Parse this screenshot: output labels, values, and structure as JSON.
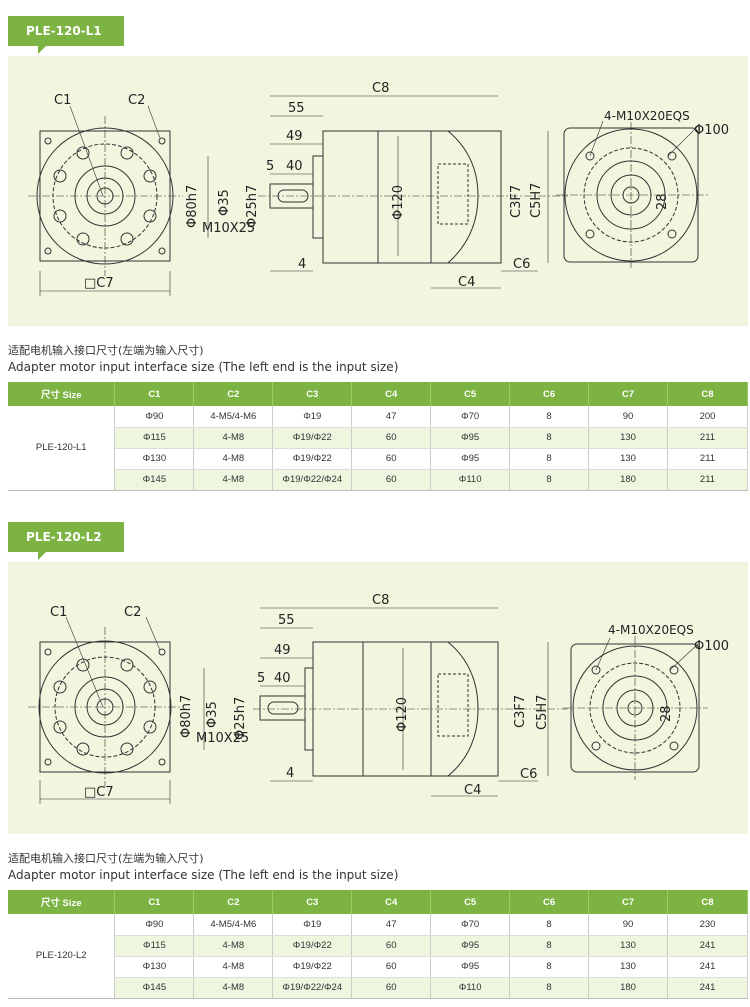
{
  "sections": [
    {
      "tag": "PLE-120-L1",
      "caption_cn": "适配电机输入接口尺寸(左端为输入尺寸)",
      "caption_en": "Adapter motor input interface size (The left end is the input size)",
      "drawing_labels": {
        "c1": "C1",
        "c2": "C2",
        "c7": "□C7",
        "c8": "C8",
        "d55": "55",
        "d49": "49",
        "d5": "5",
        "d40": "40",
        "d4": "4",
        "phi80": "Φ80h7",
        "phi35": "Φ35",
        "phi25": "Φ25h7",
        "m10": "M10X25",
        "phi120": "Φ120",
        "c3": "C3F7",
        "c5": "C5H7",
        "c4": "C4",
        "c6": "C6",
        "holes": "4-M10X20EQS",
        "phi100": "Φ100",
        "d28": "28"
      },
      "table": {
        "headers": [
          "尺寸 Size",
          "C1",
          "C2",
          "C3",
          "C4",
          "C5",
          "C6",
          "C7",
          "C8"
        ],
        "model": "PLE-120-L1",
        "rows": [
          [
            "Φ90",
            "4-M5/4-M6",
            "Φ19",
            "47",
            "Φ70",
            "8",
            "90",
            "200"
          ],
          [
            "Φ115",
            "4-M8",
            "Φ19/Φ22",
            "60",
            "Φ95",
            "8",
            "130",
            "211"
          ],
          [
            "Φ130",
            "4-M8",
            "Φ19/Φ22",
            "60",
            "Φ95",
            "8",
            "130",
            "211"
          ],
          [
            "Φ145",
            "4-M8",
            "Φ19/Φ22/Φ24",
            "60",
            "Φ110",
            "8",
            "180",
            "211"
          ]
        ]
      }
    },
    {
      "tag": "PLE-120-L2",
      "caption_cn": "适配电机输入接口尺寸(左端为输入尺寸)",
      "caption_en": "Adapter motor input interface size (The left end is the input size)",
      "drawing_labels": {
        "c1": "C1",
        "c2": "C2",
        "c7": "□C7",
        "c8": "C8",
        "d55": "55",
        "d49": "49",
        "d5": "5",
        "d40": "40",
        "d4": "4",
        "phi80": "Φ80h7",
        "phi35": "Φ35",
        "phi25": "Φ25h7",
        "m10": "M10X25",
        "phi120": "Φ120",
        "c3": "C3F7",
        "c5": "C5H7",
        "c4": "C4",
        "c6": "C6",
        "holes": "4-M10X20EQS",
        "phi100": "Φ100",
        "d28": "28"
      },
      "table": {
        "headers": [
          "尺寸 Size",
          "C1",
          "C2",
          "C3",
          "C4",
          "C5",
          "C6",
          "C7",
          "C8"
        ],
        "model": "PLE-120-L2",
        "rows": [
          [
            "Φ90",
            "4-M5/4-M6",
            "Φ19",
            "47",
            "Φ70",
            "8",
            "90",
            "230"
          ],
          [
            "Φ115",
            "4-M8",
            "Φ19/Φ22",
            "60",
            "Φ95",
            "8",
            "130",
            "241"
          ],
          [
            "Φ130",
            "4-M8",
            "Φ19/Φ22",
            "60",
            "Φ95",
            "8",
            "130",
            "241"
          ],
          [
            "Φ145",
            "4-M8",
            "Φ19/Φ22/Φ24",
            "60",
            "Φ110",
            "8",
            "180",
            "241"
          ]
        ]
      }
    }
  ],
  "colors": {
    "accent": "#7cb342",
    "drawing_bg": "#f2f6df",
    "row_alt": "#eef6e0"
  }
}
